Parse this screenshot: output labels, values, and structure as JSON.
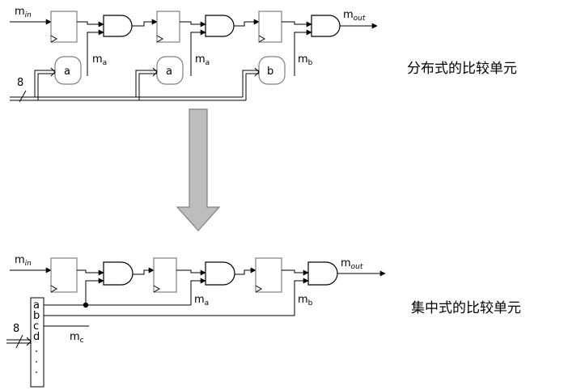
{
  "top": {
    "m_in": {
      "base": "m",
      "sub": "in"
    },
    "m_a_1": {
      "base": "m",
      "sub": "a"
    },
    "m_a_2": {
      "base": "m",
      "sub": "a"
    },
    "m_b": {
      "base": "m",
      "sub": "b"
    },
    "m_out": {
      "base": "m",
      "sub": "out"
    },
    "bus_width": "8",
    "cmp_1": "a",
    "cmp_2": "a",
    "cmp_3": "b",
    "caption": "分布式的比较单元"
  },
  "bottom": {
    "m_in": {
      "base": "m",
      "sub": "in"
    },
    "m_a": {
      "base": "m",
      "sub": "a"
    },
    "m_b": {
      "base": "m",
      "sub": "b"
    },
    "m_c": {
      "base": "m",
      "sub": "c"
    },
    "m_out": {
      "base": "m",
      "sub": "out"
    },
    "bus_width": "8",
    "central_entries": [
      "a",
      "b",
      "c",
      "d",
      ".",
      ".",
      "."
    ],
    "caption": "集中式的比较单元"
  }
}
